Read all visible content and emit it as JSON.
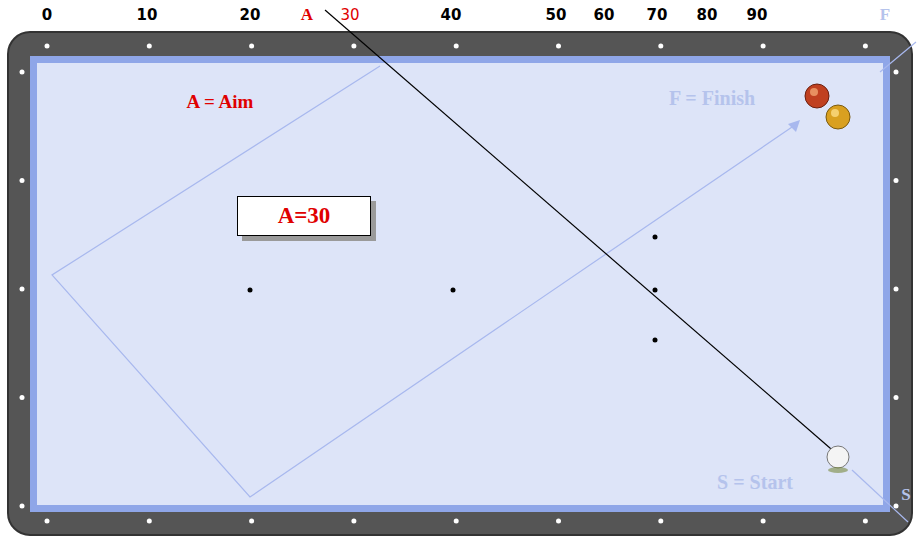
{
  "diagram": {
    "nodes": [
      {
        "text": [
          "A=30"
        ]
      }
    ],
    "labels": [
      "0",
      "10",
      "20",
      "A",
      "30",
      "40",
      "50",
      "60",
      "70",
      "80",
      "90",
      "F",
      "A = Aim",
      "F = Finish",
      "S = Start",
      "S"
    ]
  }
}
